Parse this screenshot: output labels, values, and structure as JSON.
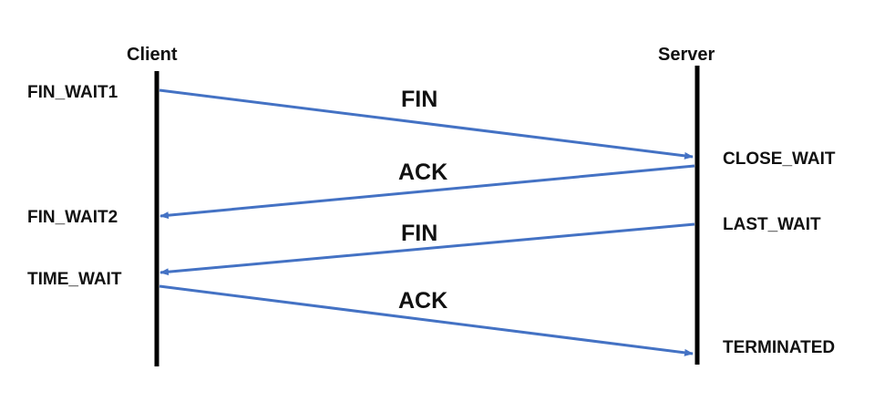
{
  "headers": {
    "client": "Client",
    "server": "Server"
  },
  "client_states": [
    "FIN_WAIT1",
    "FIN_WAIT2",
    "TIME_WAIT"
  ],
  "server_states": [
    "CLOSE_WAIT",
    "LAST_WAIT",
    "TERMINATED"
  ],
  "messages": [
    {
      "label": "FIN",
      "direction": "client-to-server"
    },
    {
      "label": "ACK",
      "direction": "server-to-client"
    },
    {
      "label": "FIN",
      "direction": "server-to-client"
    },
    {
      "label": "ACK",
      "direction": "client-to-server"
    }
  ],
  "colors": {
    "lifeline": "#000000",
    "arrow": "#4472C4",
    "text": "#111111"
  }
}
